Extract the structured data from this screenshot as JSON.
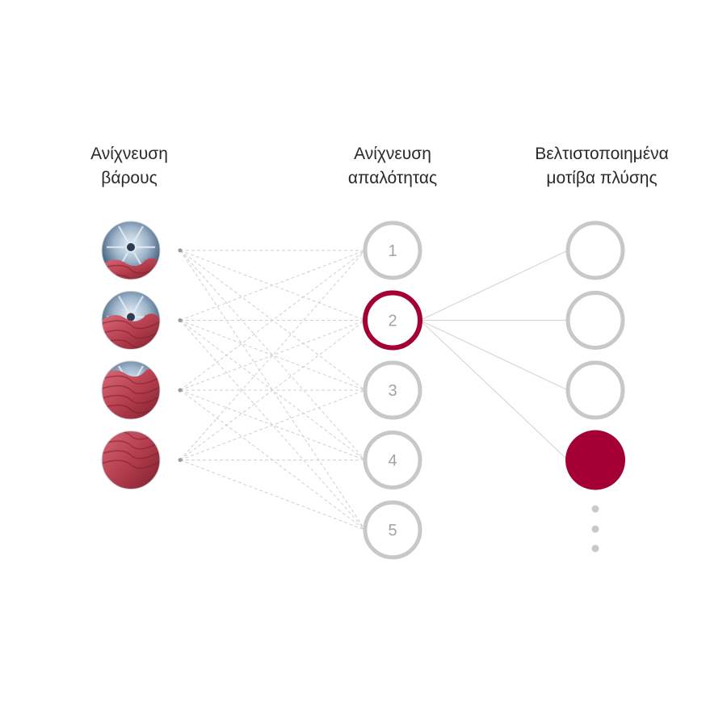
{
  "columns": {
    "weight_detection": {
      "title_line1": "Ανίχνευση",
      "title_line2": "βάρους",
      "load_levels": [
        {
          "name": "load-level-1",
          "fill": 0.25
        },
        {
          "name": "load-level-2",
          "fill": 0.5
        },
        {
          "name": "load-level-3",
          "fill": 0.75
        },
        {
          "name": "load-level-4",
          "fill": 1.0
        }
      ]
    },
    "softness_detection": {
      "title_line1": "Ανίχνευση",
      "title_line2": "απαλότητας",
      "nodes": [
        "1",
        "2",
        "3",
        "4",
        "5"
      ],
      "selected": "2"
    },
    "wash_patterns": {
      "title_line1": "Βελτιστοποιημένα",
      "title_line2": "μοτίβα πλύσης",
      "node_count": 4,
      "selected_index": 3,
      "has_more": true
    }
  },
  "colors": {
    "accent": "#a50034",
    "node_ring": "#c8c8c8",
    "connector_dashed": "#cfcfcf",
    "connector_solid": "#d6d6d6",
    "fabric": "#b53a4a",
    "drum": "#5a7894"
  }
}
